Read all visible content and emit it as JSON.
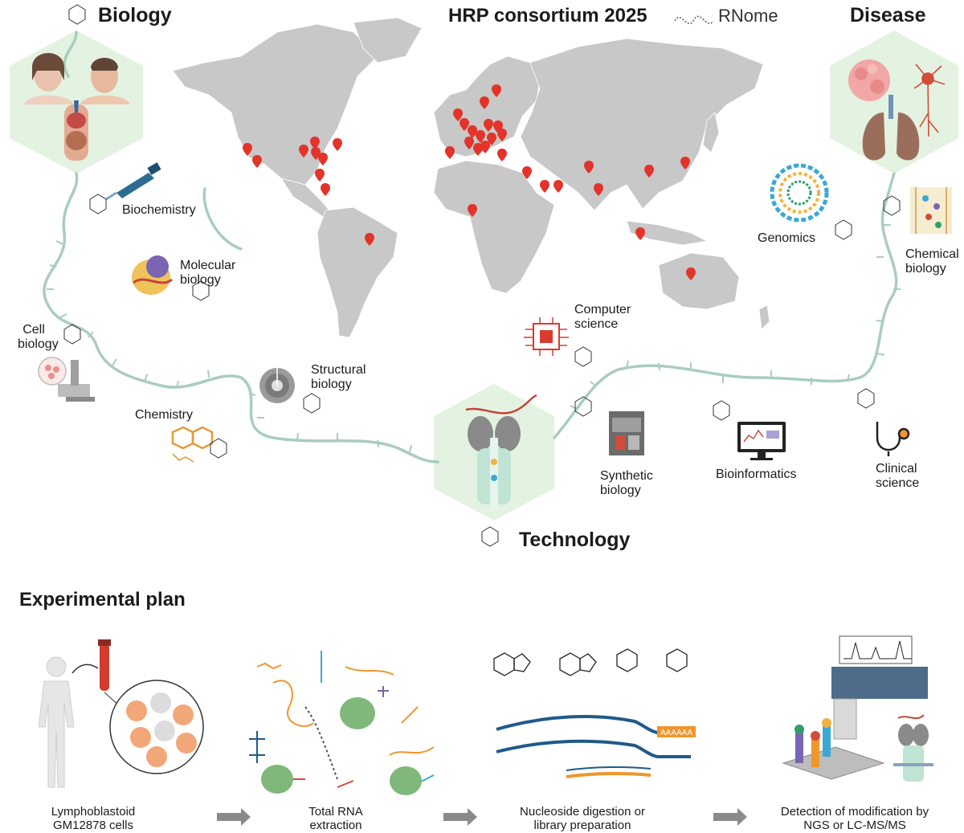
{
  "header": {
    "title": "HRP consortium 2025",
    "brand_logo_text": "RNome"
  },
  "corners": {
    "biology": "Biology",
    "disease": "Disease",
    "technology": "Technology"
  },
  "disciplines": {
    "biochemistry": "Biochemistry",
    "molecular_biology_1": "Molecular",
    "molecular_biology_2": "biology",
    "cell_biology_1": "Cell",
    "cell_biology_2": "biology",
    "chemistry": "Chemistry",
    "structural_biology_1": "Structural",
    "structural_biology_2": "biology",
    "computer_science_1": "Computer",
    "computer_science_2": "science",
    "synthetic_biology_1": "Synthetic",
    "synthetic_biology_2": "biology",
    "bioinformatics": "Bioinformatics",
    "clinical_science_1": "Clinical",
    "clinical_science_2": "science",
    "genomics": "Genomics",
    "chemical_biology_1": "Chemical",
    "chemical_biology_2": "biology"
  },
  "plan": {
    "heading": "Experimental plan",
    "poly_a": "AAAAAA",
    "steps": [
      {
        "line1": "Lymphoblastoid",
        "line2": "GM12878 cells"
      },
      {
        "line1": "Total RNA",
        "line2": "extraction"
      },
      {
        "line1": "Nucleoside digestion or",
        "line2": "library preparation"
      },
      {
        "line1": "Detection of modification by",
        "line2": "NGS or LC-MS/MS"
      }
    ]
  },
  "colors": {
    "map_land": "#c8c8c8",
    "pin": "#e2342a",
    "rna_strand": "#a9cdbf",
    "hexagon": "#dcefd9",
    "arrow": "#8a8a8a",
    "strand_blue": "#1f5a8a",
    "poly_a": "#f0962b"
  }
}
